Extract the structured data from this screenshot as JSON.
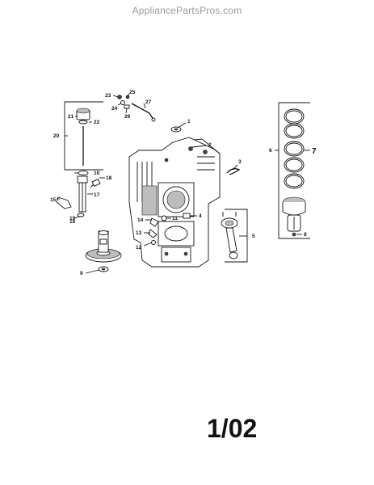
{
  "watermark": "AppliancePartsPros.com",
  "page_code": "1/02",
  "callouts": [
    "1",
    "2",
    "3",
    "4",
    "5",
    "6",
    "7",
    "8",
    "9",
    "10",
    "11",
    "12",
    "13",
    "14",
    "15",
    "16",
    "17",
    "18",
    "19",
    "20",
    "21",
    "22",
    "23",
    "24",
    "25",
    "26",
    "27"
  ]
}
